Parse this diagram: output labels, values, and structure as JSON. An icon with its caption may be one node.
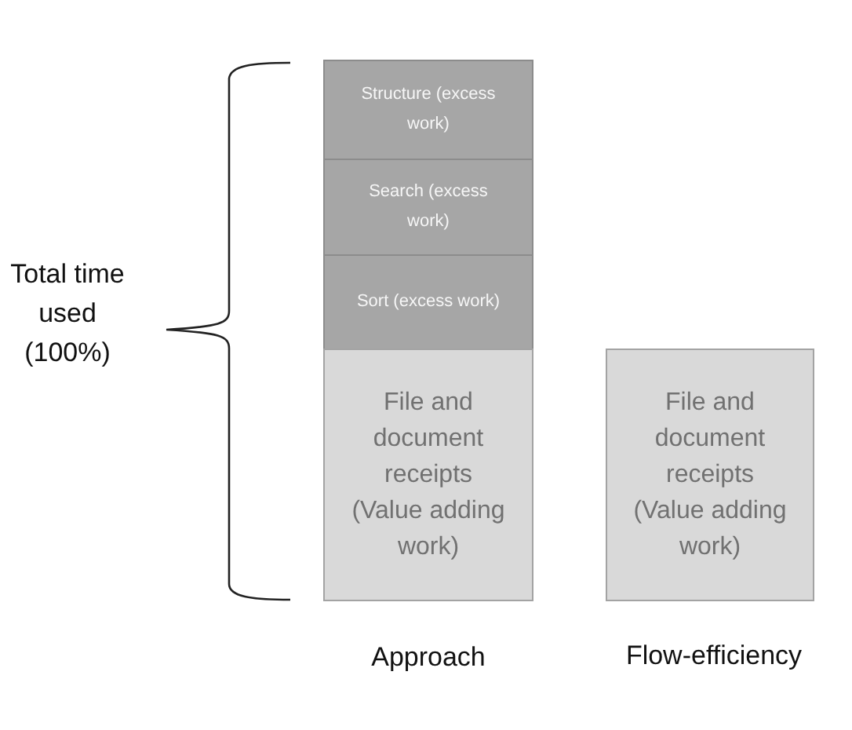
{
  "diagram": {
    "nodes": [
      {
        "text": [
          "Structure (excess work)"
        ]
      },
      {
        "text": [
          "Search (excess work)"
        ]
      },
      {
        "text": [
          "Sort (excess work)"
        ]
      },
      {
        "text": [
          "File and document receipts (Value adding work)"
        ]
      },
      {
        "text": [
          "File and document receipts (Value adding work)"
        ]
      }
    ],
    "edges": [],
    "labels": [
      "Total time used (100%)",
      "Approach",
      "Flow-efficiency"
    ]
  }
}
